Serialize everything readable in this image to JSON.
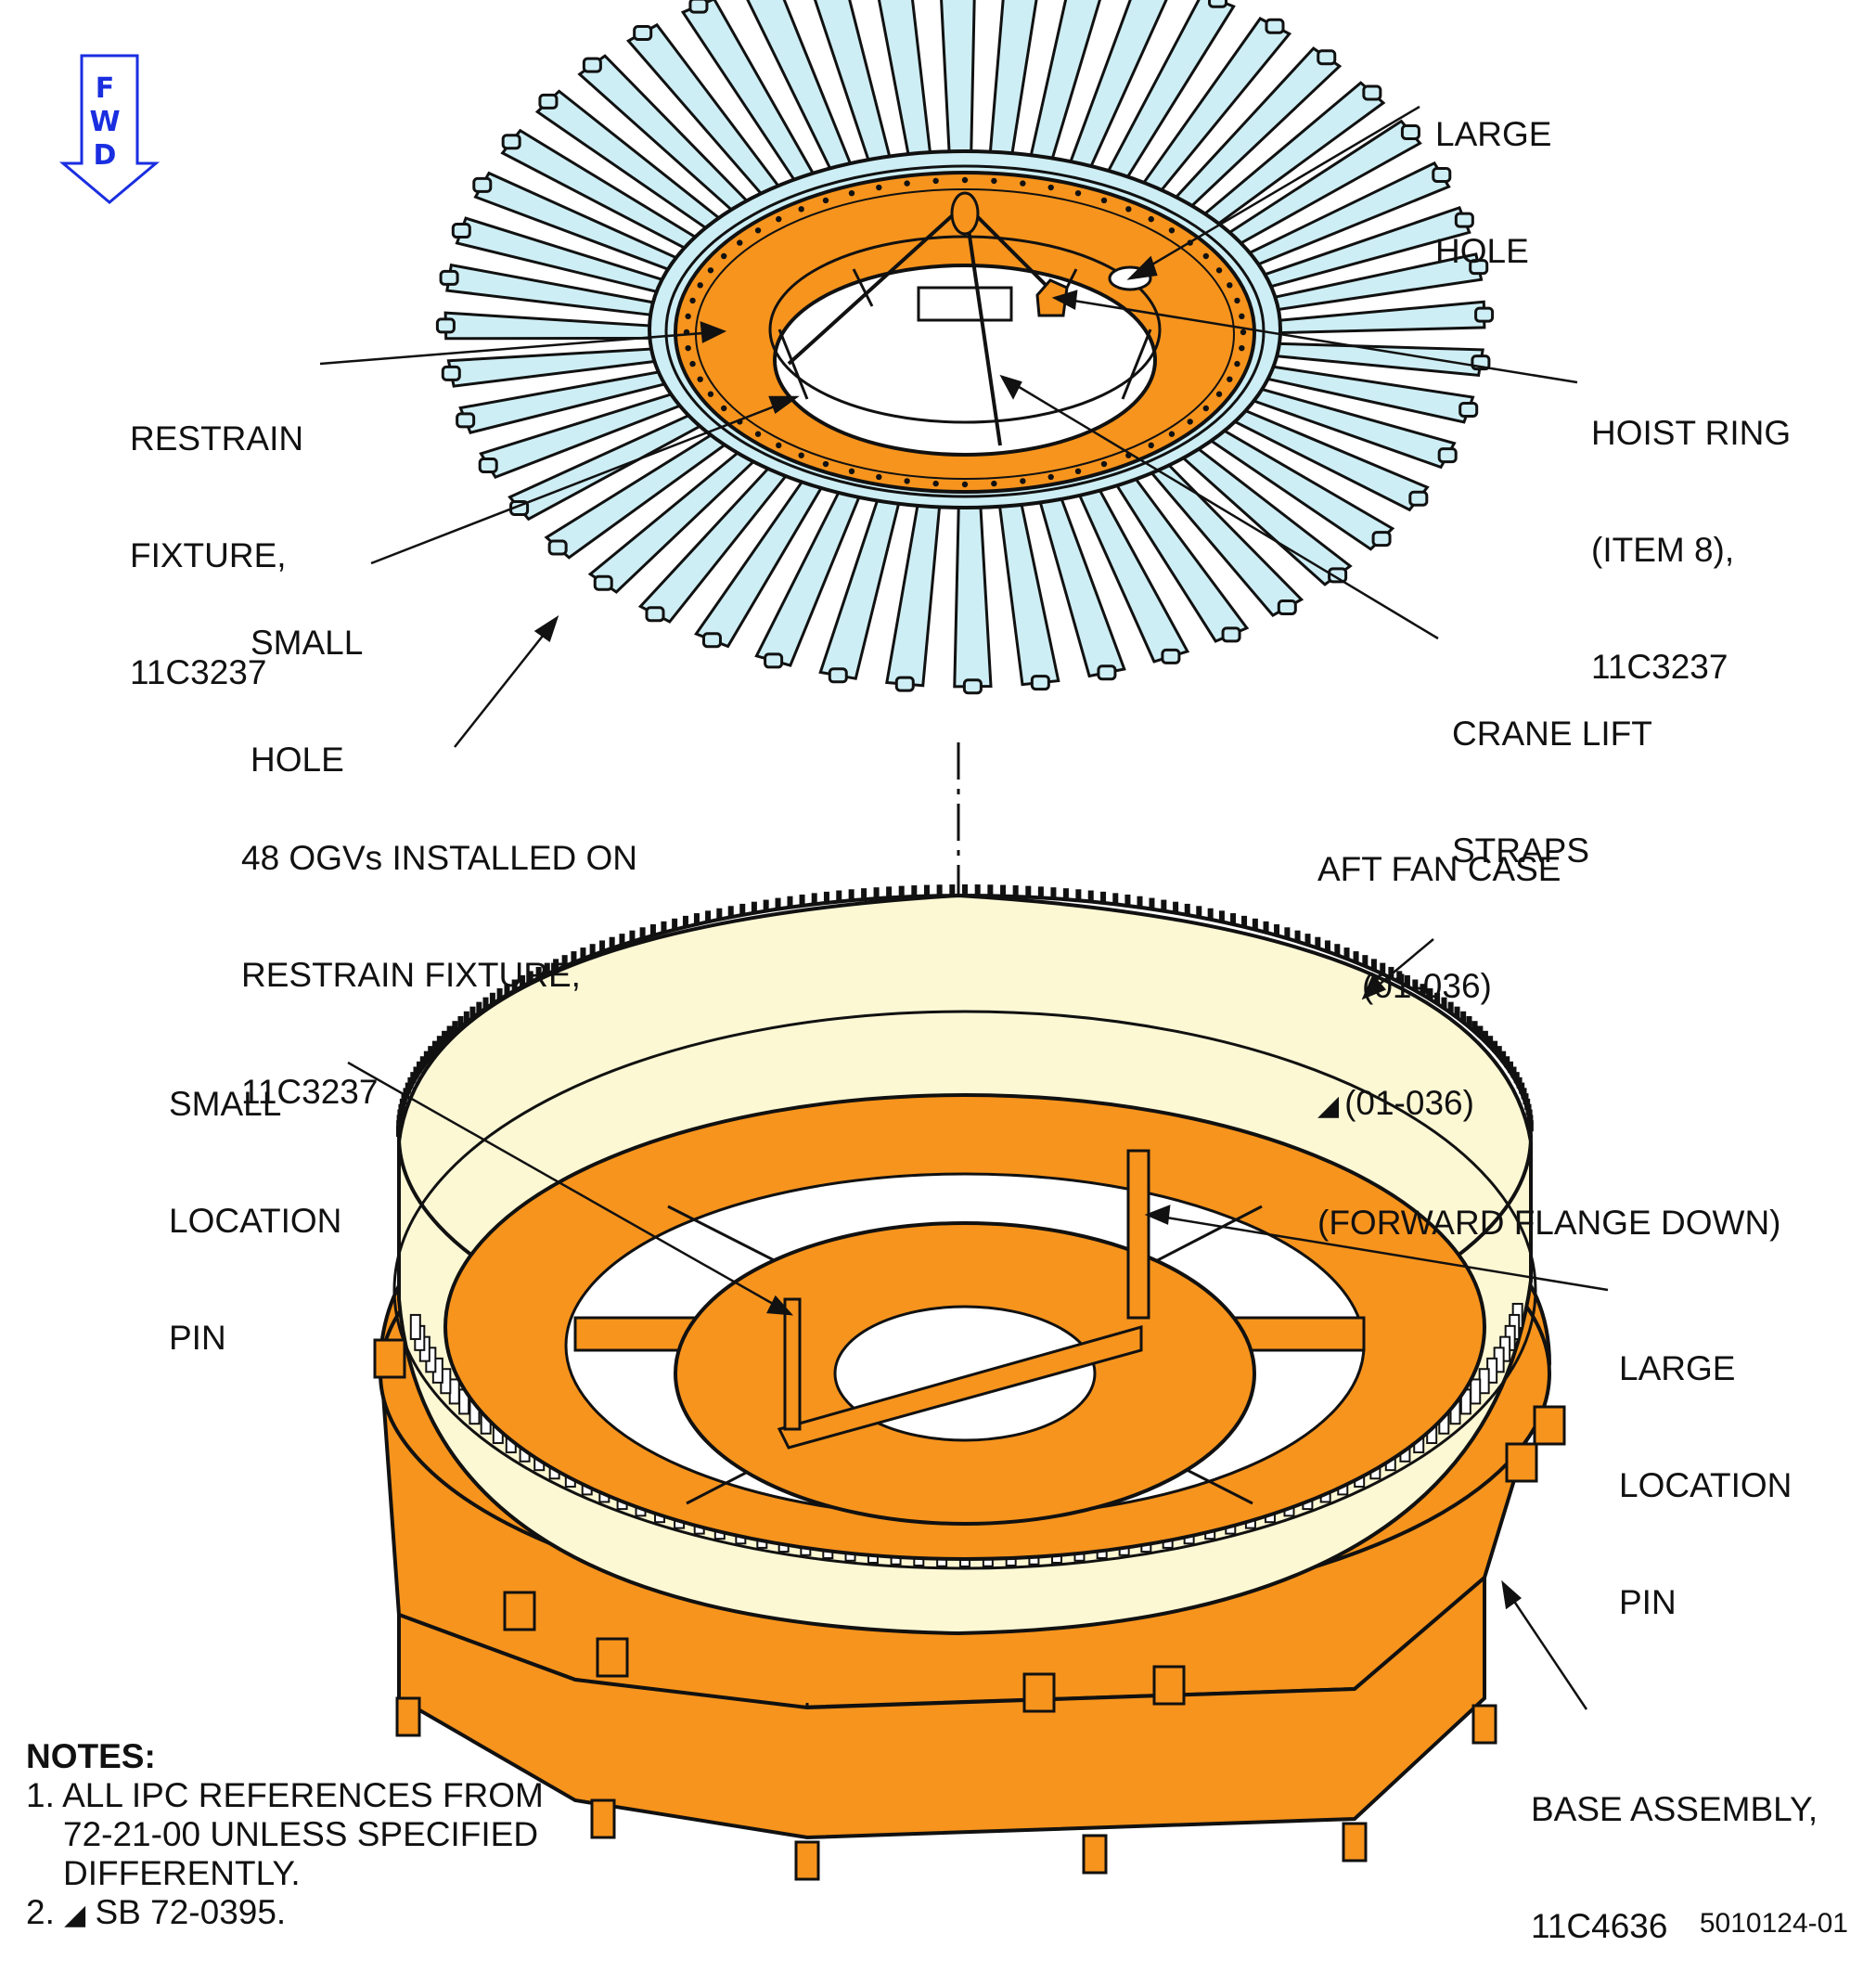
{
  "fwd": {
    "letters": [
      "F",
      "W",
      "D"
    ]
  },
  "labels": {
    "large_hole": [
      "LARGE",
      "HOLE"
    ],
    "restrain_fixture": [
      "RESTRAIN",
      "FIXTURE,",
      "11C3237"
    ],
    "hoist_ring": [
      "HOIST RING",
      "(ITEM 8),",
      "11C3237"
    ],
    "small_hole": [
      "SMALL",
      "HOLE"
    ],
    "crane_lift_straps": [
      "CRANE LIFT",
      "STRAPS"
    ],
    "ogvs": [
      "48 OGVs INSTALLED ON",
      "RESTRAIN FIXTURE,",
      "11C3237"
    ],
    "aft_fan_case": [
      "AFT FAN CASE",
      "(01-036)",
      "(01-036)",
      "(FORWARD FLANGE DOWN)"
    ],
    "small_location_pin": [
      "SMALL",
      "LOCATION",
      "PIN"
    ],
    "large_location_pin": [
      "LARGE",
      "LOCATION",
      "PIN"
    ],
    "base_assembly": [
      "BASE ASSEMBLY,",
      "11C4636"
    ]
  },
  "notes": {
    "heading": "NOTES:",
    "items": [
      [
        "1. ALL IPC REFERENCES FROM",
        "72-21-00 UNLESS SPECIFIED",
        "DIFFERENTLY."
      ],
      [
        "2. ",
        "SB 72-0395."
      ]
    ]
  },
  "figure_number": "5010124-01",
  "colors": {
    "ogv_fill": "#cdeef4",
    "fixture_orange": "#f7941d",
    "case_cream": "#fdf8d4",
    "outline": "#111111",
    "fwd_blue": "#1a2ee0"
  }
}
